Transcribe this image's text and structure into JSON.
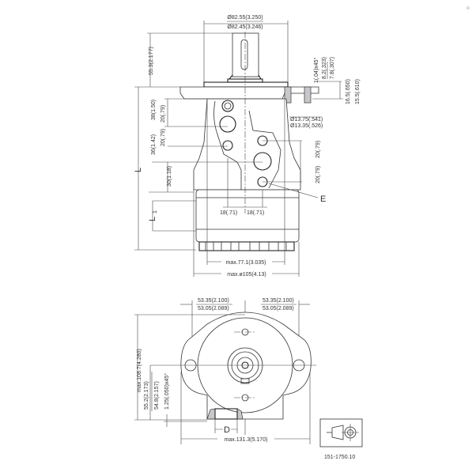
{
  "drawing_number": "151-1750.10",
  "side_view": {
    "shaft_dia_max": "Ø82.55(3.250)",
    "shaft_dia_min": "Ø82.45(3.246)",
    "shaft_length": "55.3(2.177)",
    "chamfer": "1(.04)x45°",
    "flange_a": "8.2(.323)",
    "flange_b": "7.8(.307)",
    "flange_thk_max": "16.5(.650)",
    "flange_thk_min": "15.5(.610)",
    "bolt_hole_max": "Ø13.75(.541)",
    "bolt_hole_min": "Ø13.35(.526)",
    "dim_38": "38(1.50)",
    "dim_20a": "20(.79)",
    "dim_20b": "20(.79)",
    "dim_36": "36(1.42)",
    "dim_30": "30(1.18)",
    "dim_20c": "20(.79)",
    "dim_20d": "20(.79)",
    "label_L": "L",
    "label_L1": "L",
    "label_L1_sub": "1",
    "label_E": "E",
    "dim_18a": "18(.71)",
    "dim_18b": "18(.71)",
    "max_77": "max.77.1(3.035)",
    "max_105": "max.ø105(4.13)"
  },
  "front_view": {
    "left_max": "53.35(2.100)",
    "left_min": "53.05(2.089)",
    "right_max": "53.35(2.100)",
    "right_min": "53.05(2.089)",
    "height": "max.108.7(4.280)",
    "center_max": "55.2(2.173)",
    "center_min": "54.8(2.157)",
    "chamfer": "1.25(.050)x45°",
    "label_D": "D",
    "width": "max.131.3(5.170)"
  }
}
